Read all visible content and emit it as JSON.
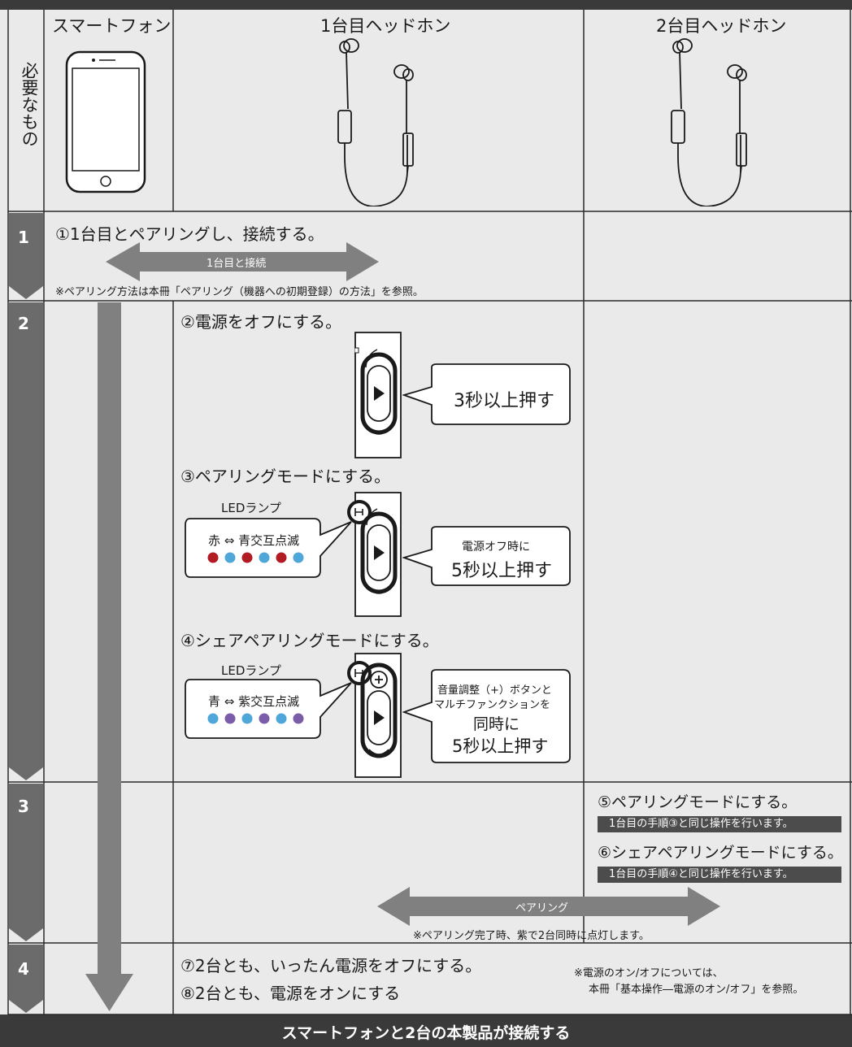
{
  "columns": {
    "smartphone": "スマートフォン",
    "headphone1": "1台目ヘッドホン",
    "headphone2": "2台目ヘッドホン"
  },
  "required_label": "必要なもの",
  "steps": {
    "s1": {
      "number": "1",
      "text": "①1台目とペアリングし、接続する。",
      "arrow_label": "1台目と接続",
      "note": "※ペアリング方法は本冊「ペアリング（機器への初期登録）の方法」を参照。"
    },
    "s2": {
      "number": "2",
      "text_a": "②電源をオフにする。",
      "bubble_a": "3秒以上押す",
      "text_b": "③ペアリングモードにする。",
      "led_title_b": "LEDランプ",
      "led_text_b": "赤 ⇔ 青交互点滅",
      "bubble_b_line1": "電源オフ時に",
      "bubble_b_line2": "5秒以上押す",
      "text_c": "④シェアペアリングモードにする。",
      "led_title_c": "LEDランプ",
      "led_text_c": "青 ⇔ 紫交互点滅",
      "bubble_c_line1": "音量調整（+）ボタンと",
      "bubble_c_line2": "マルチファンクションを",
      "bubble_c_line3": "同時に",
      "bubble_c_line4": "5秒以上押す"
    },
    "s3": {
      "number": "3",
      "text_a": "⑤ペアリングモードにする。",
      "box_a": "1台目の手順③と同じ操作を行います。",
      "text_b": "⑥シェアペアリングモードにする。",
      "box_b": "1台目の手順④と同じ操作を行います。",
      "arrow_label": "ペアリング",
      "note": "※ペアリング完了時、紫で2台同時に点灯します。"
    },
    "s4": {
      "number": "4",
      "text_a": "⑦2台とも、いったん電源をオフにする。",
      "text_b": "⑧2台とも、電源をオンにする",
      "note_line1": "※電源のオン/オフについては、",
      "note_line2": "本冊「基本操作―電源のオン/オフ」を参照。"
    }
  },
  "footer": "スマートフォンと2台の本製品が接続する",
  "colors": {
    "dark": "#3a3a3a",
    "grid": "#2a2a2a",
    "arrow_grey": "#808080",
    "panel": "#eaeaea",
    "red_led": "#b31b24",
    "blue_led": "#4ea6d9",
    "purple_led": "#7a5ca8"
  },
  "icons": [
    "smartphone-icon",
    "earphones-icon",
    "remote-control-icon",
    "led-icon",
    "double-arrow-icon",
    "down-arrow-icon"
  ]
}
